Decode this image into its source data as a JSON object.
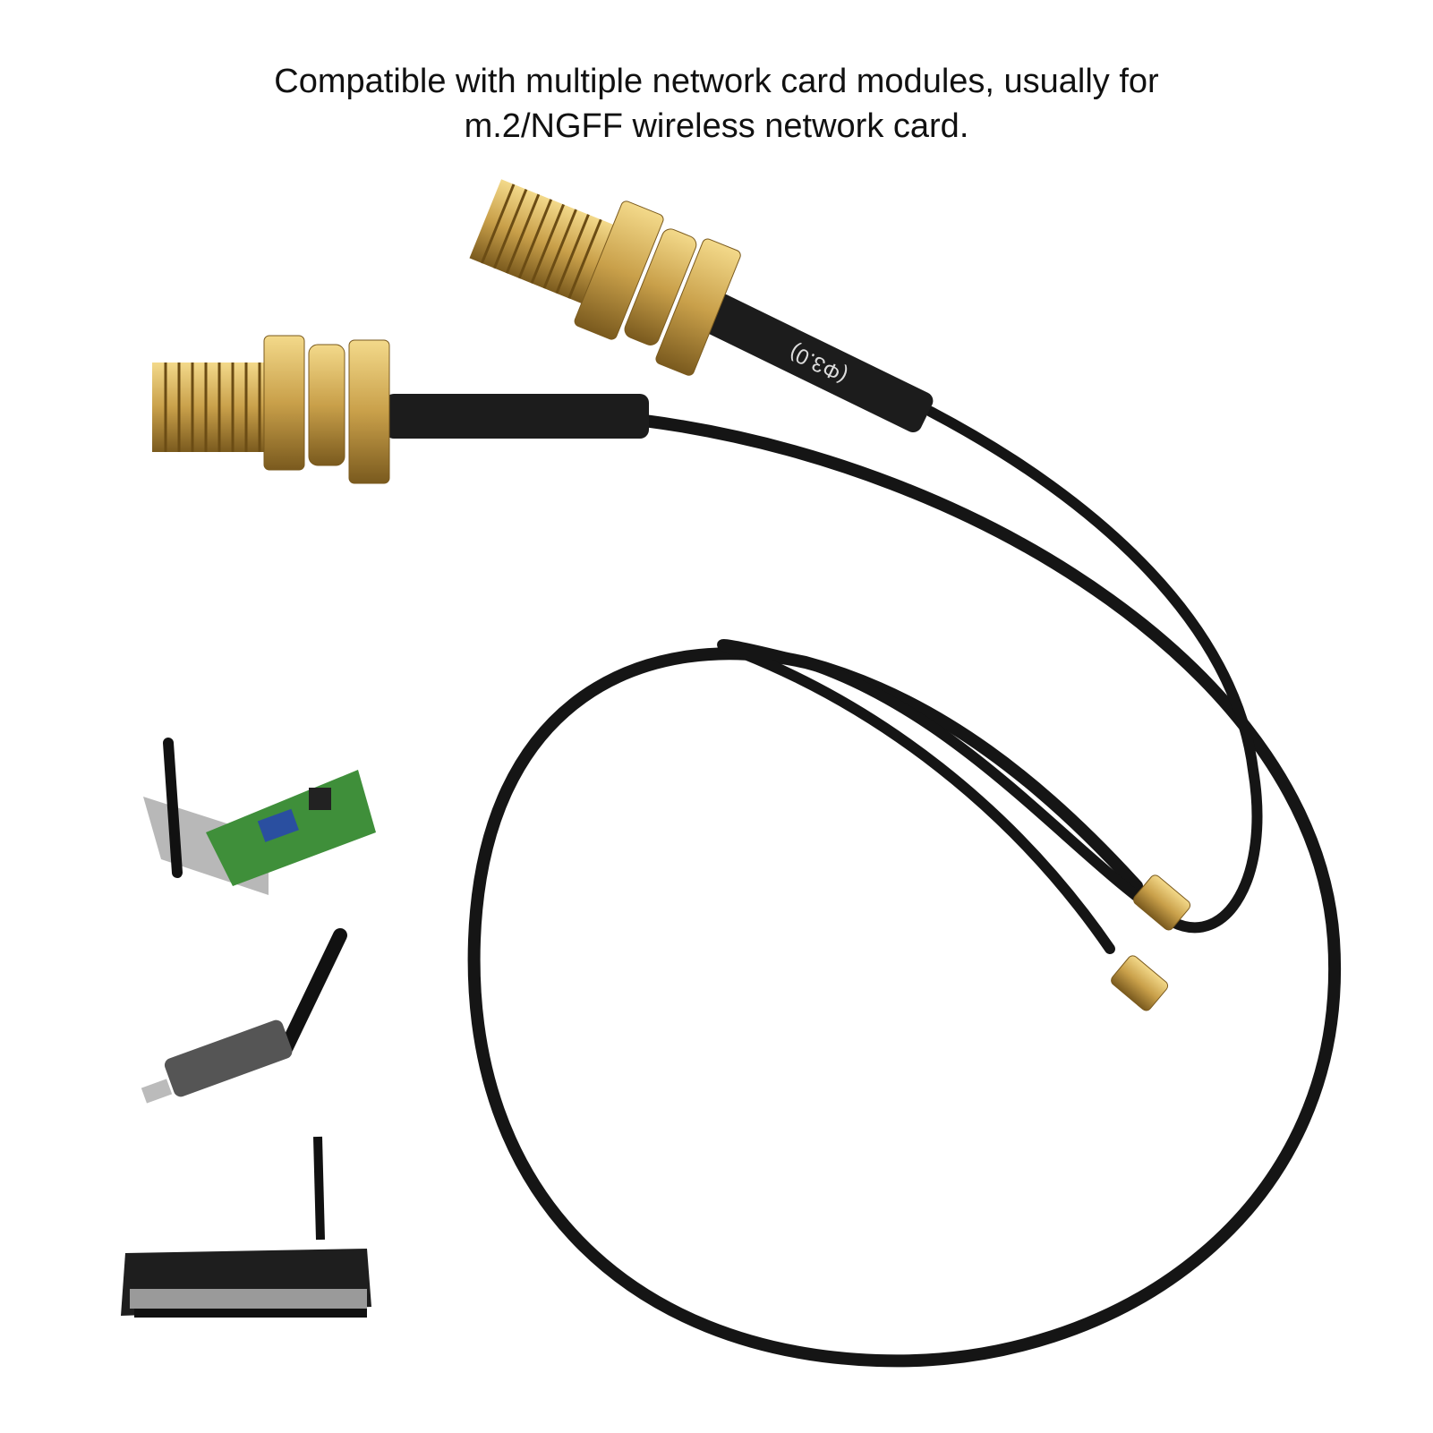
{
  "caption": {
    "line1": "Compatible with multiple network card modules, usually for",
    "line2": "m.2/NGFF wireless network card."
  },
  "cable_marking": "(Φ3.0)",
  "colors": {
    "gold": "#c9a04a",
    "cable": "#151515",
    "pcb": "#3f8f3a"
  },
  "devices": [
    "pci-wireless-card",
    "usb-wifi-adapter",
    "wireless-router"
  ]
}
